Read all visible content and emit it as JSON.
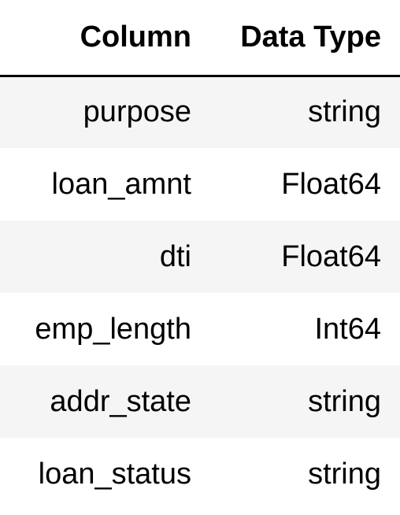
{
  "table": {
    "headers": [
      "Column",
      "Data Type"
    ],
    "rows": [
      [
        "purpose",
        "string"
      ],
      [
        "loan_amnt",
        "Float64"
      ],
      [
        "dti",
        "Float64"
      ],
      [
        "emp_length",
        "Int64"
      ],
      [
        "addr_state",
        "string"
      ],
      [
        "loan_status",
        "string"
      ]
    ]
  }
}
